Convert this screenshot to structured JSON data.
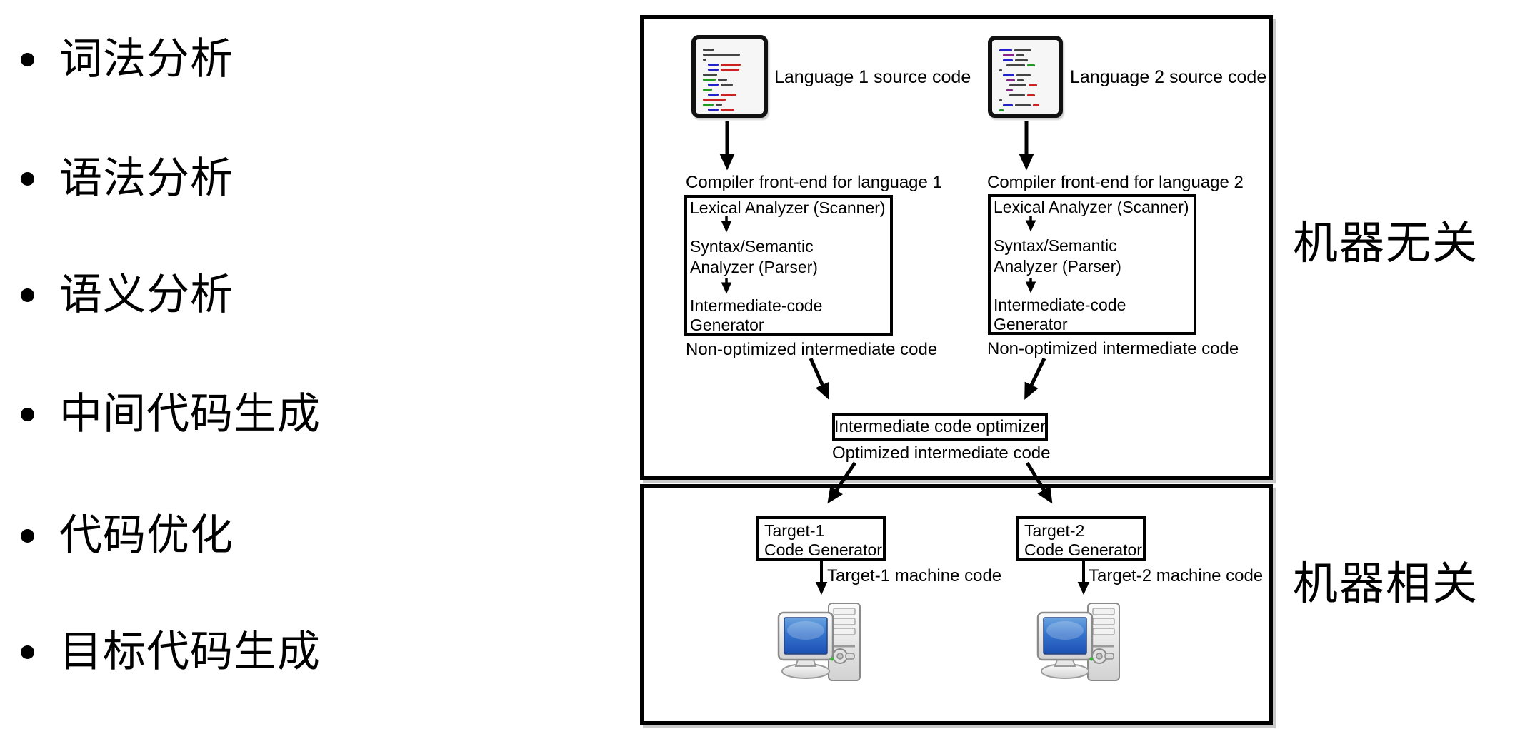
{
  "slide": {
    "bullets": [
      {
        "label": "词法分析"
      },
      {
        "label": "语法分析"
      },
      {
        "label": "语义分析"
      },
      {
        "label": "中间代码生成"
      },
      {
        "label": "代码优化"
      },
      {
        "label": "目标代码生成"
      }
    ],
    "side_labels": {
      "machine_independent": "机器无关",
      "machine_dependent": "机器相关"
    },
    "diagram": {
      "source1_label": "Language 1 source code",
      "source2_label": "Language 2 source code",
      "frontend1_title": "Compiler front-end for language 1",
      "frontend2_title": "Compiler front-end for language 2",
      "stage_lexical": "Lexical Analyzer (Scanner)",
      "stage_syntax_line1": "Syntax/Semantic",
      "stage_syntax_line2": "Analyzer (Parser)",
      "stage_inter_line1": "Intermediate-code",
      "stage_inter_line2": "Generator",
      "nonopt_label": "Non-optimized intermediate code",
      "optimizer_label": "Intermediate code optimizer",
      "optimized_label": "Optimized intermediate code",
      "target1_line1": "Target-1",
      "target1_line2": "Code Generator",
      "target2_line1": "Target-2",
      "target2_line2": "Code Generator",
      "machine1_label": "Target-1 machine code",
      "machine2_label": "Target-2 machine code",
      "icons": {
        "source_code_icon": "syntax-highlighted source listing thumbnail",
        "computer_icon": "desktop computer with monitor and tower"
      },
      "colors": {
        "line": "#000000",
        "screen_blue_top": "#6aa4e0",
        "screen_blue_bottom": "#1c4fb4",
        "code_blue": "#2222cc",
        "code_red": "#cc2222",
        "code_green": "#229922",
        "code_purple": "#882288"
      }
    }
  }
}
